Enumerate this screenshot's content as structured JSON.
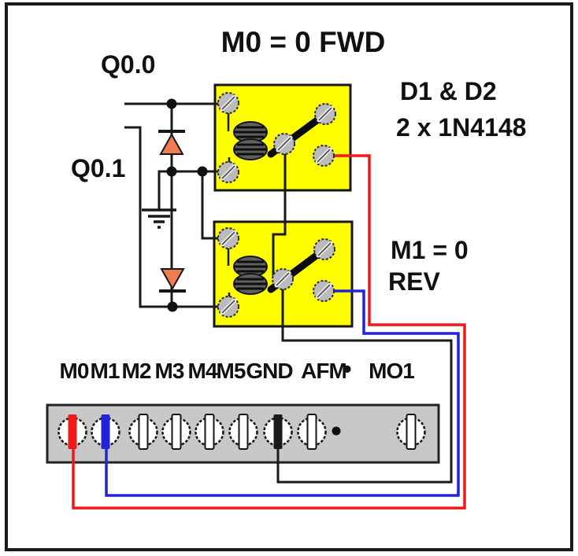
{
  "title": "M0 = 0 FWD",
  "labels": {
    "q00": "Q0.0",
    "q01": "Q0.1",
    "diodes_line1": "D1 & D2",
    "diodes_line2": "2 x 1N4148",
    "relay2_line1": "M1 = 0",
    "relay2_line2": "REV"
  },
  "terminal_block": {
    "labels": [
      "M0",
      "M1",
      "M2",
      "M3",
      "M4",
      "M5",
      "GND",
      "AFM",
      "MO1"
    ],
    "afm_bullet": "•",
    "slot_colors": [
      "red",
      "blue",
      "white",
      "white",
      "white",
      "white",
      "black",
      "white",
      "white"
    ]
  },
  "colors": {
    "relay_body": "#FFFF00",
    "wire_red": "#F01818",
    "wire_blue": "#2222D8",
    "wire_black": "#1A1A1A",
    "terminal_block_gray": "#C8C8C8",
    "diode_orange": "#EF7B50",
    "screw_gray": "#BBBBBB"
  }
}
